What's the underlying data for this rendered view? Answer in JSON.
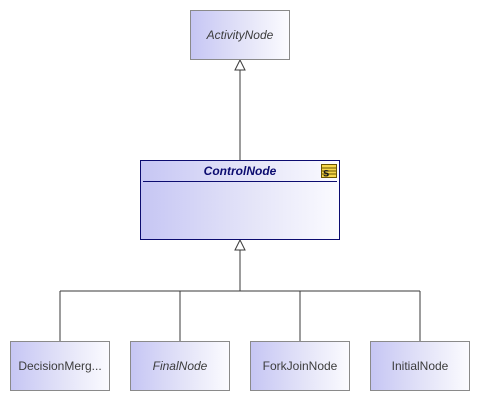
{
  "diagram": {
    "nodes": {
      "activity_node": {
        "label": "ActivityNode"
      },
      "control_node": {
        "label": "ControlNode",
        "icon": "static-class-icon"
      },
      "decision_merge_node": {
        "label": "DecisionMerg..."
      },
      "final_node": {
        "label": "FinalNode"
      },
      "fork_join_node": {
        "label": "ForkJoinNode"
      },
      "initial_node": {
        "label": "InitialNode"
      }
    },
    "edges": [
      {
        "type": "generalization",
        "from": "ControlNode",
        "to": "ActivityNode"
      },
      {
        "type": "generalization",
        "from": "DecisionMerg...",
        "to": "ControlNode"
      },
      {
        "type": "generalization",
        "from": "FinalNode",
        "to": "ControlNode"
      },
      {
        "type": "generalization",
        "from": "ForkJoinNode",
        "to": "ControlNode"
      },
      {
        "type": "generalization",
        "from": "InitialNode",
        "to": "ControlNode"
      }
    ],
    "colors": {
      "node_gradient_start": "#c6c6f4",
      "node_gradient_end": "#fbfbff",
      "node_border": "#8a8a8a",
      "selected_border": "#0c0c70",
      "edge": "#3a3a3a"
    }
  }
}
